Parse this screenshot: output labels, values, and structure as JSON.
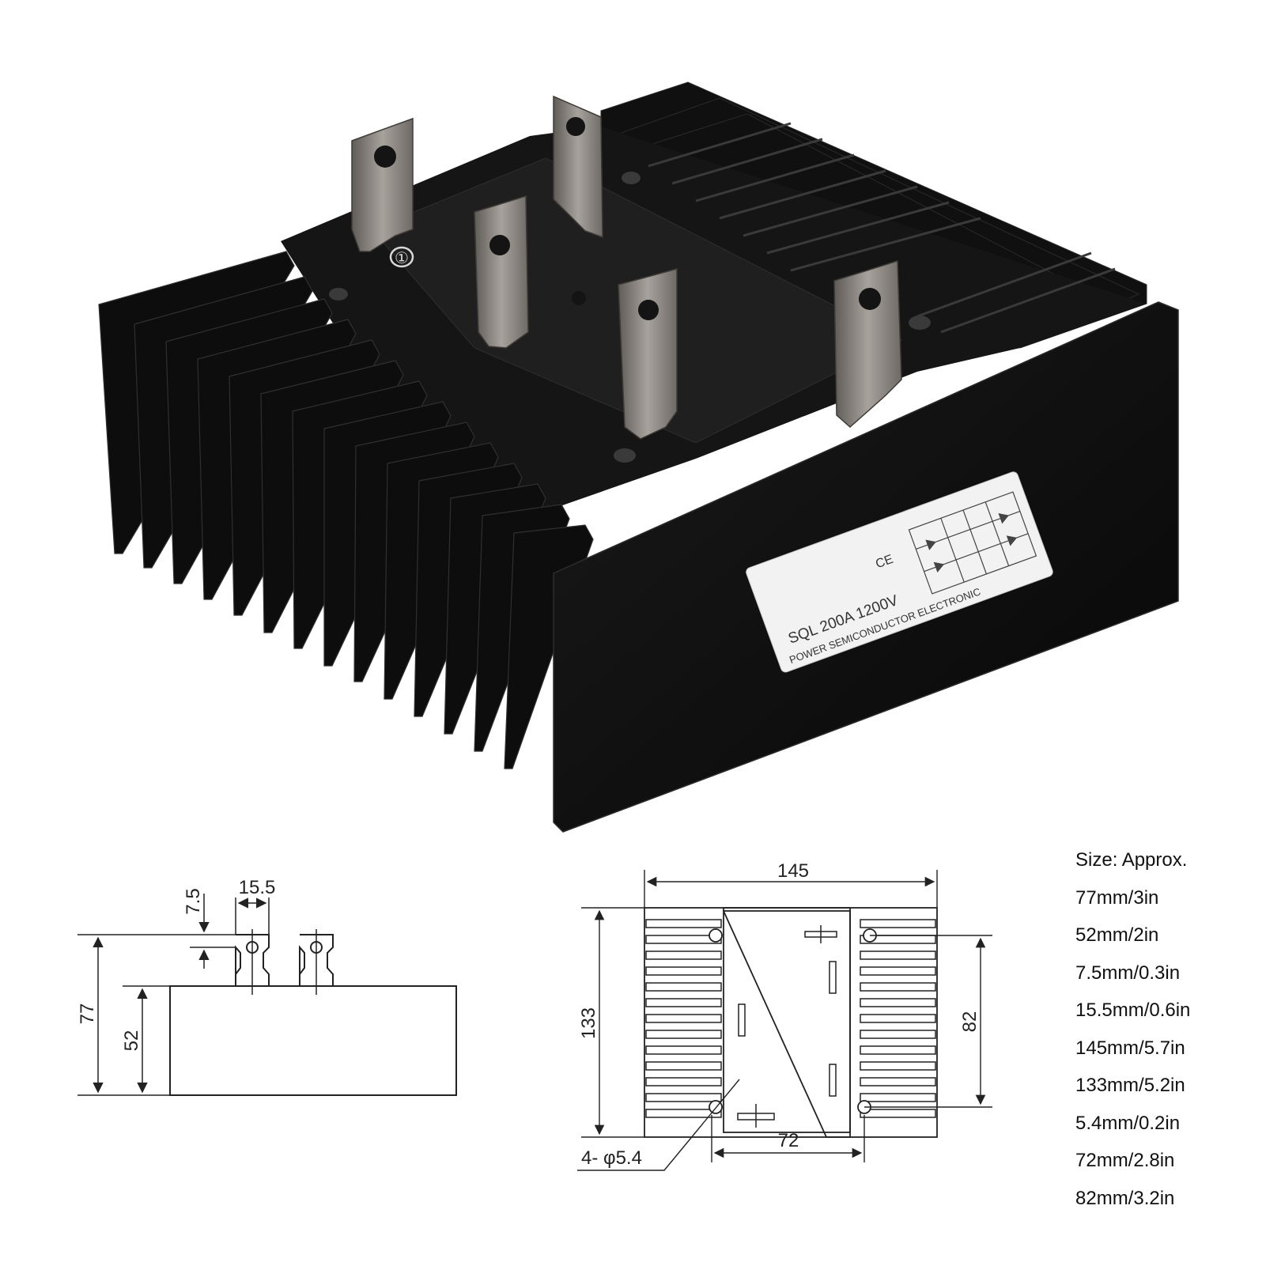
{
  "product_label": {
    "ce_mark": "CE",
    "model": "SQL 200A 1200V",
    "maker": "POWER SEMICONDUCTOR ELECTRONIC"
  },
  "module_marks": {
    "terminal_1": "①"
  },
  "side_view": {
    "dim_pin_height": "7.5",
    "dim_pin_width": "15.5",
    "dim_total_height": "77",
    "dim_body_height": "52"
  },
  "top_view": {
    "dim_width": "145",
    "dim_height": "133",
    "dim_mount_vertical": "82",
    "dim_mount_horizontal": "72",
    "hole_callout": "4- φ5.4"
  },
  "specs": {
    "title": "Size: Approx.",
    "lines": [
      "77mm/3in",
      "52mm/2in",
      "7.5mm/0.3in",
      "15.5mm/0.6in",
      "145mm/5.7in",
      "133mm/5.2in",
      "5.4mm/0.2in",
      "72mm/2.8in",
      "82mm/3.2in"
    ]
  },
  "colors": {
    "heatsink": "#0c0c0c",
    "terminal": "#8a8580",
    "label": "#eeeeee",
    "drawing": "#222222"
  }
}
